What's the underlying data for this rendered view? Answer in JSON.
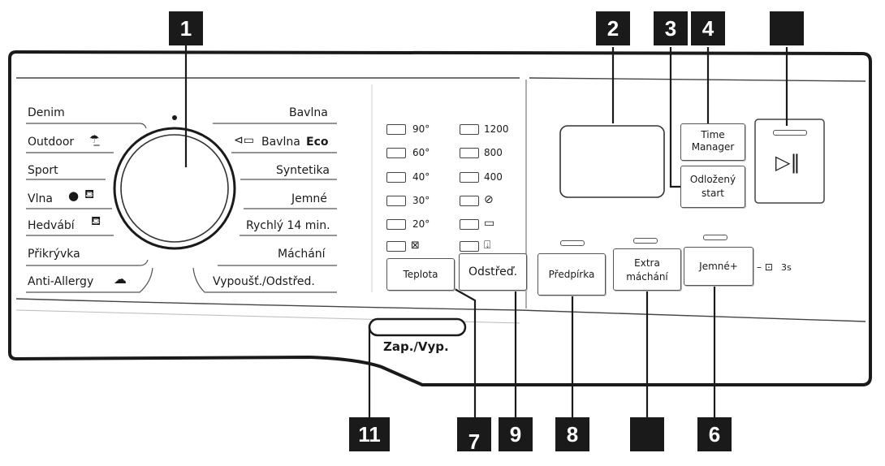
{
  "programs_left": [
    "Denim",
    "Outdoor",
    "Sport",
    "Vlna",
    "Hedvábí",
    "Přikrývka",
    "Anti-Allergy"
  ],
  "programs_right": [
    "Bavlna",
    "Bavlna",
    "Eco",
    "Syntetika",
    "Jemné",
    "Rychlý 14 min.",
    "Máchání",
    "Vypoušť./Odstřed."
  ],
  "temperatures": [
    "90°",
    "60°",
    "40°",
    "30°",
    "20°"
  ],
  "spin_speeds": [
    "1200",
    "800",
    "400"
  ],
  "buttons": {
    "teplota": "Teplota",
    "odstred": "Odstřeď.",
    "time_manager": [
      "Time",
      "Manager"
    ],
    "odlozeny_start": [
      "Odložený",
      "start"
    ],
    "predpirka": "Předpírka",
    "extra_machani": [
      "Extra",
      "máchání"
    ],
    "jemne_plus": "Jemné+",
    "lock_time": "3s",
    "power": "Zap./Vyp."
  },
  "callouts": [
    "1",
    "2",
    "3",
    "4",
    "",
    "6",
    "7",
    "8",
    "9",
    "",
    "11"
  ],
  "icons": [
    "outdoor-icon",
    "wool-icon",
    "handwash-icon",
    "allergy-icon",
    "eco-icon",
    "cold-icon",
    "no-spin-icon",
    "rinse-hold-icon",
    "drain-icon",
    "child-lock-icon",
    "start-pause-icon"
  ]
}
